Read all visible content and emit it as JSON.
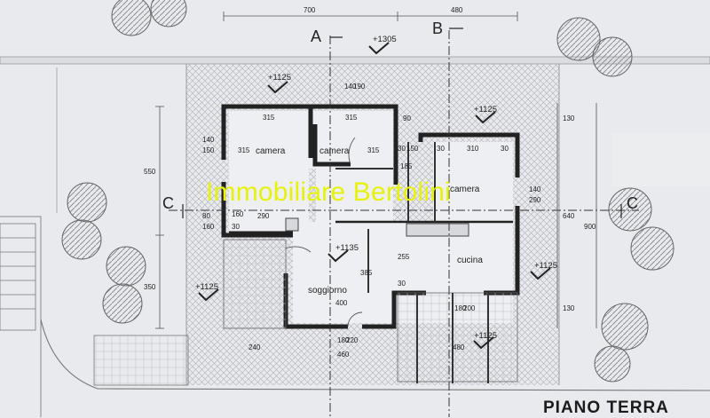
{
  "drawing": {
    "title": "PIANO TERRA",
    "watermark": "Immobiliare Bertolini",
    "sections": {
      "a": "A",
      "b": "B",
      "c_left": "C",
      "c_right": "C"
    },
    "rooms": {
      "camera_1": "camera",
      "camera_2": "camera",
      "camera_3": "camera",
      "soggiorno": "soggiorno",
      "cucina": "cucina"
    },
    "elevations": {
      "top": "+1305",
      "upper_left": "+1125",
      "upper_right": "+1125",
      "center": "+1135",
      "lower_left": "+1125",
      "lower_right": "+1125",
      "right": "+1125"
    },
    "dimensions": {
      "top_700": "700",
      "top_480": "480",
      "cam1_width": "315",
      "cam2_width": "315",
      "cam1_depth": "315",
      "cam2_depth": "315",
      "cam3_width": "310",
      "cam3_side": "30",
      "small_150": "150",
      "small_30a": "30",
      "small_30b": "30",
      "small_185": "185",
      "small_90": "90",
      "top_140": "140",
      "top_190": "190",
      "left_140": "140",
      "left_150": "150",
      "left_80": "80",
      "left_160": "160",
      "left_30": "30",
      "left_160b": "160",
      "room_290": "290",
      "left_550": "550",
      "left_350": "350",
      "right_130a": "130",
      "right_640": "640",
      "right_900": "900",
      "right_130b": "130",
      "right_140": "140",
      "right_290": "290",
      "living_385": "385",
      "living_400": "400",
      "kitchen_255": "255",
      "kitchen_30": "30",
      "bottom_240": "240",
      "bottom_460": "460",
      "bottom_180": "180",
      "bottom_220": "220",
      "bottom_480": "480",
      "bottom_180b": "180",
      "bottom_200": "200"
    }
  }
}
